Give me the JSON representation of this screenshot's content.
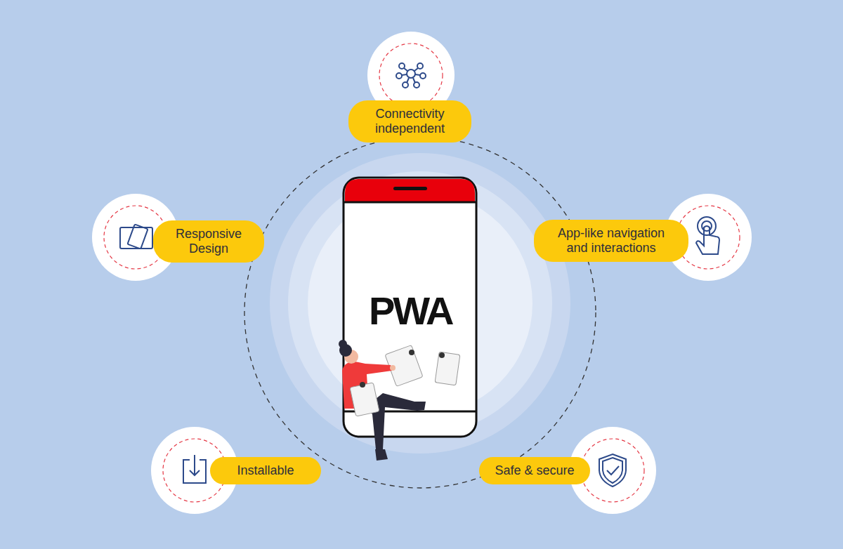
{
  "diagram": {
    "nodes": [
      {
        "text": [
          "Connectivity independent"
        ]
      },
      {
        "text": [
          "Responsive Design"
        ]
      },
      {
        "text": [
          "App-like navigation and interactions"
        ]
      },
      {
        "text": [
          "Installable"
        ]
      },
      {
        "text": [
          "Safe & secure"
        ]
      }
    ],
    "labels": [
      "PWA"
    ]
  }
}
